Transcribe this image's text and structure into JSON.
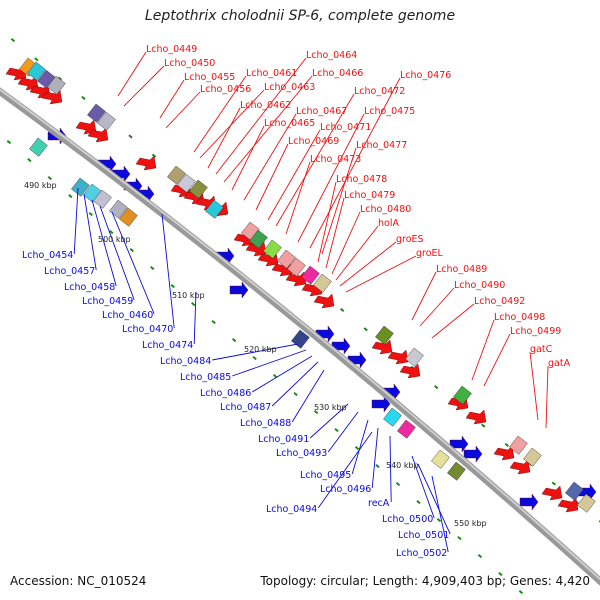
{
  "title": "Leptothrix cholodnii SP-6, complete genome",
  "footer": {
    "accession": "Accession: NC_010524",
    "topology": "Topology: circular; Length: 4,909,403 bp; Genes: 4,420"
  },
  "colors": {
    "forward": "#ee1111",
    "reverse": "#0a0adc",
    "backbone": "#888888",
    "tick": "#1a8a1a"
  },
  "scale_ticks": [
    "490 kbp",
    "500 kbp",
    "510 kbp",
    "520 kbp",
    "530 kbp",
    "540 kbp",
    "550 kbp"
  ],
  "forward_labels": [
    "Lcho_0449",
    "Lcho_0450",
    "Lcho_0455",
    "Lcho_0456",
    "Lcho_0461",
    "Lcho_0463",
    "Lcho_0462",
    "Lcho_0464",
    "Lcho_0466",
    "Lcho_0465",
    "Lcho_0467",
    "Lcho_0469",
    "Lcho_0471",
    "Lcho_0472",
    "Lcho_0473",
    "Lcho_0475",
    "Lcho_0476",
    "Lcho_0477",
    "Lcho_0478",
    "Lcho_0479",
    "Lcho_0480",
    "holA",
    "groES",
    "groEL",
    "Lcho_0489",
    "Lcho_0490",
    "Lcho_0492",
    "Lcho_0498",
    "Lcho_0499",
    "gatC",
    "gatA"
  ],
  "reverse_labels": [
    "Lcho_0454",
    "Lcho_0457",
    "Lcho_0458",
    "Lcho_0459",
    "Lcho_0460",
    "Lcho_0470",
    "Lcho_0474",
    "Lcho_0484",
    "Lcho_0485",
    "Lcho_0486",
    "Lcho_0487",
    "Lcho_0488",
    "Lcho_0491",
    "Lcho_0493",
    "Lcho_0495",
    "Lcho_0496",
    "Lcho_0494",
    "recA",
    "Lcho_0500",
    "Lcho_0501",
    "Lcho_0502"
  ]
}
